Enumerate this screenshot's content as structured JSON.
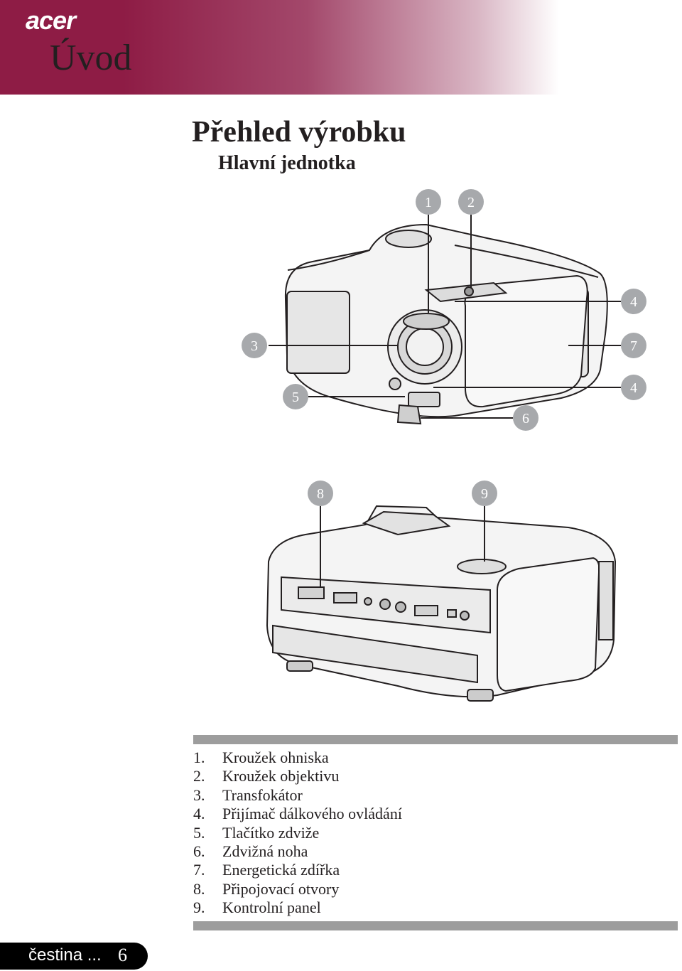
{
  "header": {
    "brand": "acer",
    "chapter": "Úvod"
  },
  "title": "Přehled výrobku",
  "subtitle": "Hlavní jednotka",
  "callouts_top": [
    "1",
    "2",
    "3",
    "4",
    "7",
    "5",
    "4",
    "6"
  ],
  "callouts_bottom": [
    "8",
    "9"
  ],
  "legend": [
    {
      "num": "1.",
      "label": "Kroužek ohniska"
    },
    {
      "num": "2.",
      "label": "Kroužek objektivu"
    },
    {
      "num": "3.",
      "label": "Transfokátor"
    },
    {
      "num": "4.",
      "label": "Přijímač dálkového ovládání"
    },
    {
      "num": "5.",
      "label": "Tlačítko zdviže"
    },
    {
      "num": "6.",
      "label": "Zdvižná noha"
    },
    {
      "num": "7.",
      "label": "Energetická zdířka"
    },
    {
      "num": "8.",
      "label": "Připojovací otvory"
    },
    {
      "num": "9.",
      "label": "Kontrolní panel"
    }
  ],
  "footer": {
    "language": "čestina ...",
    "page": "6"
  },
  "colors": {
    "brand": "#8e1c45",
    "callout": "#a7a9ac",
    "bar": "#9d9d9d"
  }
}
